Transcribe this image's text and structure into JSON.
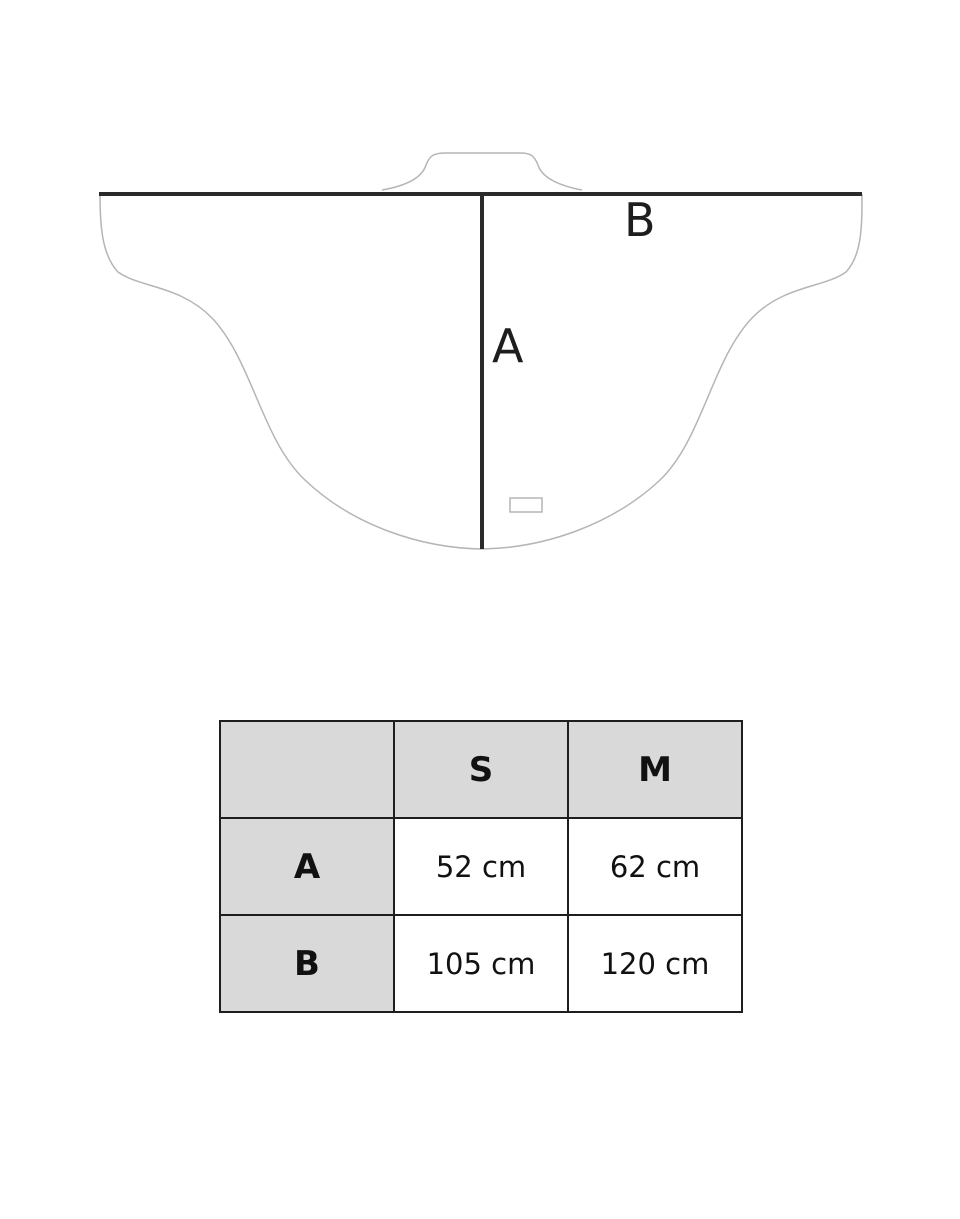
{
  "diagram": {
    "label_a": "A",
    "label_b": "B"
  },
  "size_table": {
    "corner": "",
    "columns": [
      "S",
      "M"
    ],
    "rows": [
      {
        "label": "A",
        "values": [
          "52 cm",
          "62 cm"
        ]
      },
      {
        "label": "B",
        "values": [
          "105 cm",
          "120 cm"
        ]
      }
    ]
  },
  "colors": {
    "line": "#2a2a2a",
    "outline": "#b5b5b5",
    "header_fill": "#d9d9d9"
  }
}
